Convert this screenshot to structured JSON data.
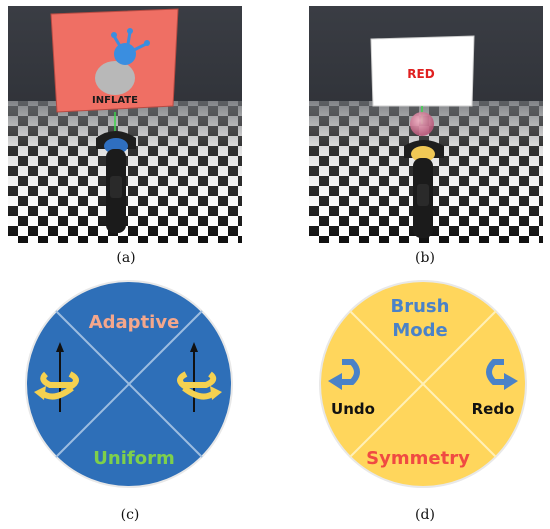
{
  "panels": {
    "a": {
      "caption": "(a)",
      "sign_text": "INFLATE",
      "sign_color": "#ef6f64"
    },
    "b": {
      "caption": "(b)",
      "sign_text": "RED",
      "sign_color": "#ffffff",
      "sign_text_color": "#e02020"
    },
    "c": {
      "caption": "(c)",
      "top": "Adaptive",
      "bottom": "Uniform",
      "circle_color": "#2e6fb8",
      "top_color": "#f4a78c",
      "bottom_color": "#7ed04b",
      "arrow_color": "#f5d150"
    },
    "d": {
      "caption": "(d)",
      "top_line1": "Brush",
      "top_line2": "Mode",
      "left": "Undo",
      "right": "Redo",
      "bottom": "Symmetry",
      "circle_color": "#ffd65c",
      "top_color": "#4a82c8",
      "bottom_color": "#f04a42",
      "arrow_color": "#4a82c8"
    }
  }
}
